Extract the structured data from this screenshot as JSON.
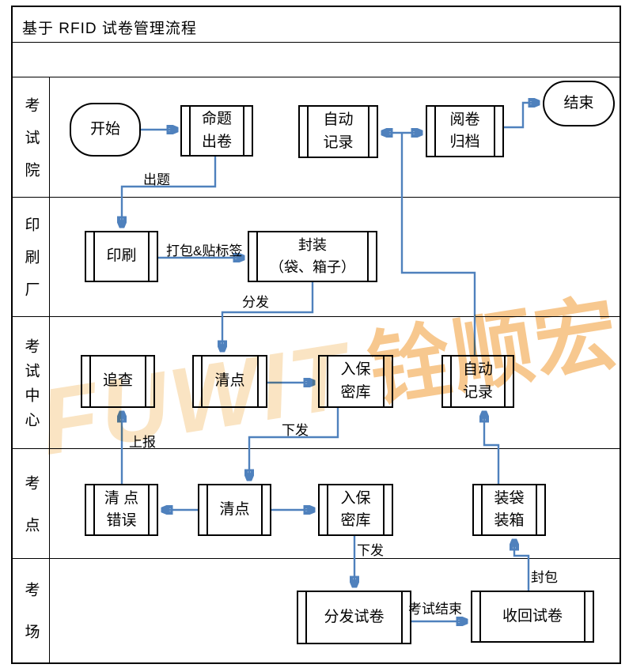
{
  "title": "基于 RFID 试卷管理流程",
  "lanes": {
    "lane1": "考试院",
    "lane2": "印刷厂",
    "lane3": "考试中心",
    "lane4": "考点",
    "lane5": "考场"
  },
  "nodes": {
    "start": "开始",
    "mingti": "命题\n出卷",
    "zidong_top": "自动\n记录",
    "yuejuan": "阅卷\n归档",
    "end": "结束",
    "yinshua": "印刷",
    "fengzhuang": "封装\n（袋、箱子）",
    "zhuicha": "追查",
    "qingdian_center": "清点",
    "rubaomi_center": "入保\n密库",
    "zidong_center": "自动\n记录",
    "qingdian_cuowu": "清 点\n错误",
    "qingdian_site": "清点",
    "rubaomi_site": "入保\n密库",
    "zhuangdai": "装袋\n装箱",
    "fenfa_shijuan": "分发试卷",
    "shouhui_shijuan": "收回试卷"
  },
  "edge_labels": {
    "chuti": "出题",
    "dabao": "打包&贴标签",
    "fenfa": "分发",
    "shangbao": "上报",
    "xiafa_center": "下发",
    "xiafa_site": "下发",
    "kaoshi_jieshu": "考试结束",
    "fengbao": "封包"
  },
  "watermark": {
    "latin": "FUWIT",
    "cjk": "铨顺宏"
  },
  "colors": {
    "arrow": "#4F81BD",
    "border": "#000000",
    "watermark_latin": "#FAE4C3",
    "watermark_cjk": "#F2A74B"
  }
}
